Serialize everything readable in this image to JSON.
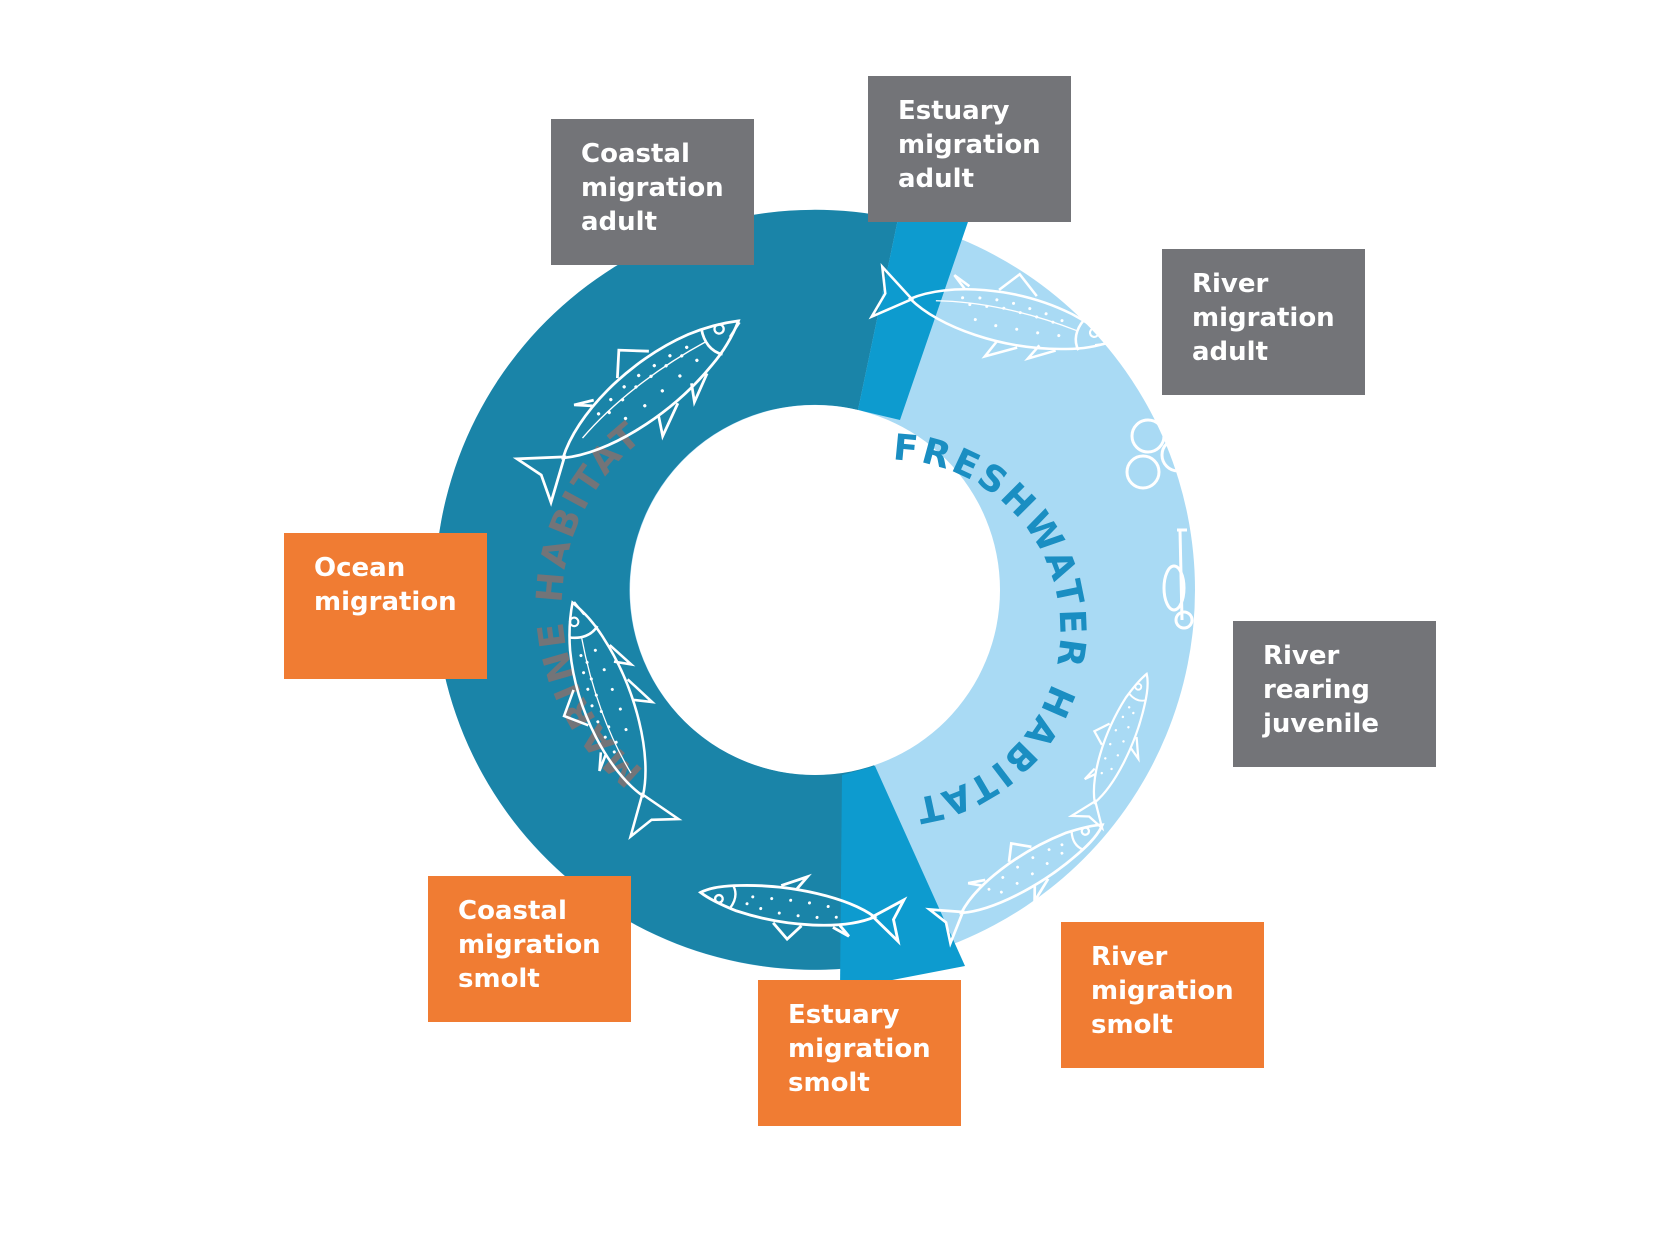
{
  "habitats": {
    "marine": {
      "label": "MARINE HABITAT",
      "color": "#1a84a8",
      "text_color": "#737478"
    },
    "freshwater": {
      "label": "FRESHWATER HABITAT",
      "color": "#a9daf4",
      "text_color": "#1a8ec2"
    },
    "estuary": {
      "color": "#0d9bcf"
    }
  },
  "colors": {
    "adult_stage": "#737478",
    "smolt_stage": "#f07c33",
    "text": "#ffffff",
    "fish_outline": "#ffffff"
  },
  "stages": [
    {
      "id": "coastal-adult",
      "lines": [
        "Coastal",
        "migration",
        "adult"
      ],
      "group": "adult"
    },
    {
      "id": "estuary-adult",
      "lines": [
        "Estuary",
        "migration",
        "adult"
      ],
      "group": "adult"
    },
    {
      "id": "river-adult",
      "lines": [
        "River",
        "migration",
        "adult"
      ],
      "group": "adult"
    },
    {
      "id": "river-rearing",
      "lines": [
        "River",
        "rearing",
        "juvenile"
      ],
      "group": "adult"
    },
    {
      "id": "ocean",
      "lines": [
        "Ocean",
        "migration"
      ],
      "group": "smolt"
    },
    {
      "id": "coastal-smolt",
      "lines": [
        "Coastal",
        "migration",
        "smolt"
      ],
      "group": "smolt"
    },
    {
      "id": "estuary-smolt",
      "lines": [
        "Estuary",
        "migration",
        "smolt"
      ],
      "group": "smolt"
    },
    {
      "id": "river-smolt",
      "lines": [
        "River",
        "migration",
        "smolt"
      ],
      "group": "smolt"
    }
  ],
  "icons": [
    "adult-fish-icon",
    "adult-fish-icon",
    "adult-fish-icon",
    "eggs-icon",
    "alevin-icon",
    "parr-icon",
    "smolt-fish-icon",
    "smolt-fish-icon",
    "smolt-fish-icon"
  ]
}
